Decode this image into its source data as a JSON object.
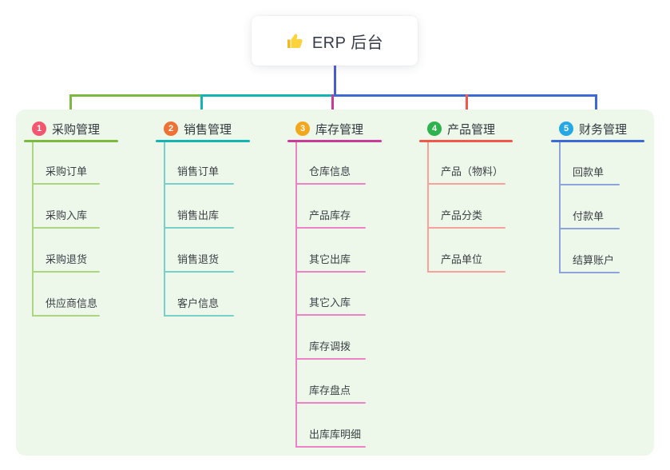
{
  "root": {
    "label": "ERP 后台",
    "icon": "thumbs-up-icon",
    "card_color": "#ffffff",
    "stem_color": "#4c5ad2"
  },
  "panel": {
    "background": "#edf7ea"
  },
  "branches": [
    {
      "number": "1",
      "label": "采购管理",
      "badge_color": "#f4566f",
      "line_color": "#7cb93f",
      "child_line_color": "#abd57f",
      "children": [
        "采购订单",
        "采购入库",
        "采购退货",
        "供应商信息"
      ]
    },
    {
      "number": "2",
      "label": "销售管理",
      "badge_color": "#ee7136",
      "line_color": "#13b5b3",
      "child_line_color": "#77d0cb",
      "children": [
        "销售订单",
        "销售出库",
        "销售退货",
        "客户信息"
      ]
    },
    {
      "number": "3",
      "label": "库存管理",
      "badge_color": "#f3a71c",
      "line_color": "#ca3a98",
      "child_line_color": "#ee82c6",
      "children": [
        "仓库信息",
        "产品库存",
        "其它出库",
        "其它入库",
        "库存调拨",
        "库存盘点",
        "出库库明细"
      ]
    },
    {
      "number": "4",
      "label": "产品管理",
      "badge_color": "#2cb34e",
      "line_color": "#f4564a",
      "child_line_color": "#f8a09a",
      "children": [
        "产品（物料）",
        "产品分类",
        "产品单位"
      ]
    },
    {
      "number": "5",
      "label": "财务管理",
      "badge_color": "#25a8e3",
      "line_color": "#3c69d6",
      "child_line_color": "#8ca3db",
      "children": [
        "回款单",
        "付款单",
        "结算账户"
      ]
    }
  ]
}
